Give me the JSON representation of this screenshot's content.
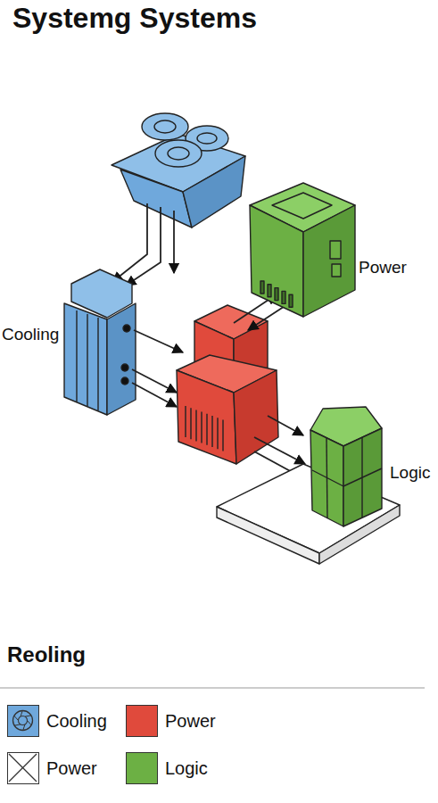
{
  "diagram": {
    "title": "Systemg Systems",
    "nodes": [
      {
        "text": [
          "Cooling"
        ]
      },
      {
        "text": [
          "Power"
        ]
      },
      {
        "text": [
          "Logic"
        ]
      }
    ],
    "labels": [
      "Reoling"
    ],
    "legend": [
      {
        "text": "Cooling",
        "color": "#6fa8dc"
      },
      {
        "text": "Power",
        "color": "#e04a3c"
      },
      {
        "text": "Power"
      },
      {
        "text": "Logic",
        "color": "#6cb044"
      }
    ]
  }
}
